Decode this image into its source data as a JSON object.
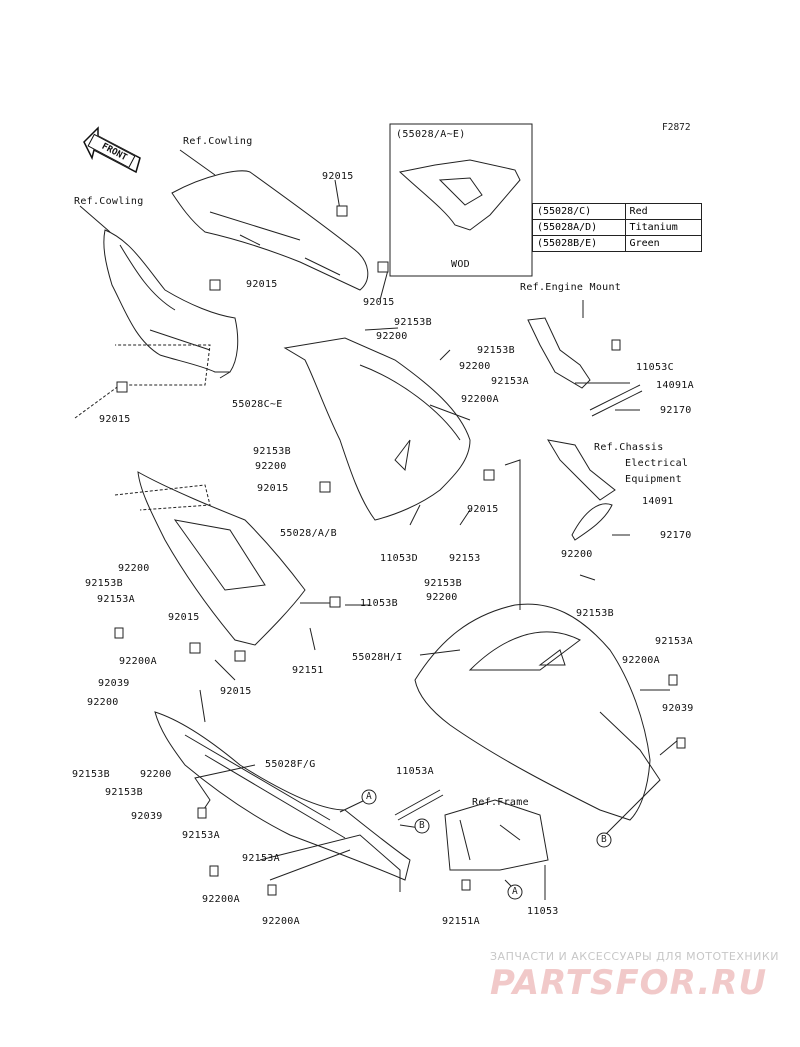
{
  "diagram_code": "F2872",
  "front_label": "FRONT",
  "wod_box": {
    "title": "(55028/A~E)",
    "caption": "WOD"
  },
  "color_table": [
    {
      "code": "(55028/C)",
      "color": "Red"
    },
    {
      "code": "(55028A/D)",
      "color": "Titanium"
    },
    {
      "code": "(55028B/E)",
      "color": "Green"
    }
  ],
  "refs": {
    "cowling_upper": "Ref.Cowling",
    "cowling_left": "Ref.Cowling",
    "engine_mount": "Ref.Engine Mount",
    "chassis_1": "Ref.Chassis",
    "chassis_2": "Electrical",
    "chassis_3": "Equipment",
    "frame": "Ref.Frame"
  },
  "parts": {
    "p_92015_a": "92015",
    "p_92015_b": "92015",
    "p_92015_c": "92015",
    "p_92015_d": "92015",
    "p_92015_e": "92015",
    "p_92015_f": "92015",
    "p_92015_g": "92015",
    "p_92015_h": "92015",
    "p_92153b_a": "92153B",
    "p_92200_a": "92200",
    "p_92153b_b": "92153B",
    "p_92200_b": "92200",
    "p_92153a_a": "92153A",
    "p_92200a_a": "92200A",
    "p_55028ce": "55028C~E",
    "p_92153b_c": "92153B",
    "p_92200_c": "92200",
    "p_55028ab": "55028/A/B",
    "p_11053d": "11053D",
    "p_92153": "92153",
    "p_92200_d": "92200",
    "p_92153b_d": "92153B",
    "p_92153a_b": "92153A",
    "p_92200a_b": "92200A",
    "p_11053b": "11053B",
    "p_92151": "92151",
    "p_11053c": "11053C",
    "p_14091a": "14091A",
    "p_92170_a": "92170",
    "p_14091": "14091",
    "p_92170_b": "92170",
    "p_92200_e": "92200",
    "p_92153b_e": "92153B",
    "p_92153b_f": "92153B",
    "p_92200_f": "92200",
    "p_55028hi": "55028H/I",
    "p_92153a_c": "92153A",
    "p_92200a_c": "92200A",
    "p_92039_a": "92039",
    "p_92039_b": "92039",
    "p_92200_g": "92200",
    "p_92153b_g": "92153B",
    "p_92200_h": "92200",
    "p_92153b_h": "92153B",
    "p_55028fg": "55028F/G",
    "p_11053a": "11053A",
    "p_92039_c": "92039",
    "p_92153a_d": "92153A",
    "p_92153a_e": "92153A",
    "p_92200a_d": "92200A",
    "p_92200a_e": "92200A",
    "p_92151a": "92151A",
    "p_11053": "11053"
  },
  "callouts": {
    "a1": "A",
    "a2": "A",
    "b1": "B",
    "b2": "B"
  },
  "watermark": {
    "tagline": "ЗАПЧАСТИ И АКСЕССУАРЫ ДЛЯ МОТОТЕХНИКИ",
    "logo": "PARTSFOR.RU"
  }
}
